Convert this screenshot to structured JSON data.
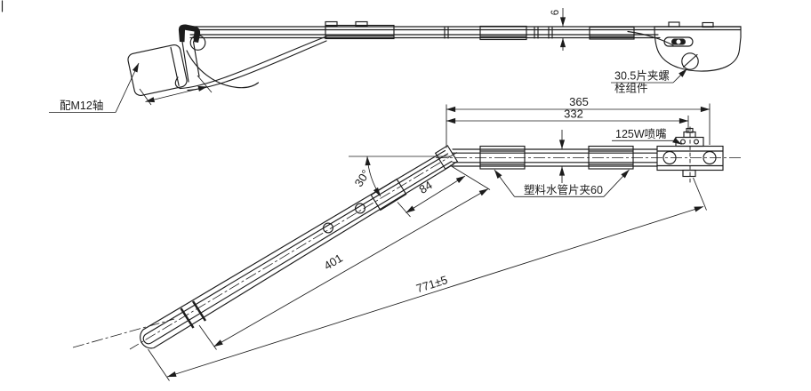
{
  "colors": {
    "background": "#ffffff",
    "line": "#1c1c1c"
  },
  "labels": {
    "shaft_note": "配M12轴",
    "blade_clamp_note_line1": "30.5片夹螺",
    "blade_clamp_note_line2": "栓组件",
    "arm_thickness": "6",
    "dim_365": "365",
    "dim_332": "332",
    "nozzle_note": "125W喷嘴",
    "hose_clip_note": "塑料水管片夹60",
    "bend_angle": "30°",
    "dim_84": "84",
    "dim_401": "401",
    "overall_length": "771±5"
  }
}
